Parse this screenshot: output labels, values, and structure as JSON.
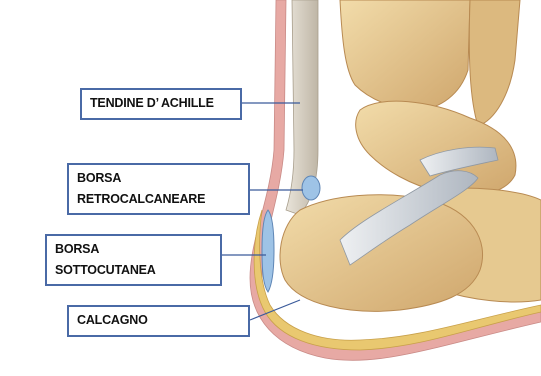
{
  "labels": {
    "achilles_tendon": "TENDINE D’ ACHILLE",
    "retrocalcaneal_bursa_line1": "BORSA",
    "retrocalcaneal_bursa_line2": "RETROCALCANEARE",
    "subcutaneous_bursa_line1": "BORSA",
    "subcutaneous_bursa_line2": "SOTTOCUTANEA",
    "calcaneus": "CALCAGNO"
  },
  "colors": {
    "bone": "#e8cf9a",
    "bone_shadow": "#c9a36a",
    "tendon": "#d9d2c4",
    "bursa": "#9ec3e6",
    "skin_pink": "#e7a9a4",
    "fat_yellow": "#e9c870",
    "label_border": "#4a6aa6",
    "leader_line": "#3a5a9a"
  }
}
